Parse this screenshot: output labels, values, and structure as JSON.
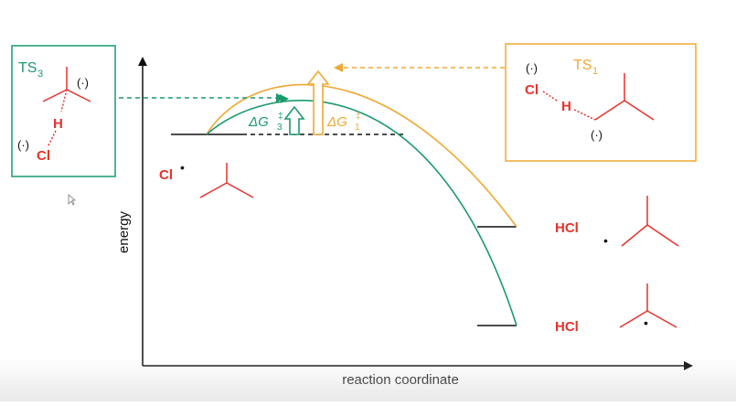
{
  "axes": {
    "ylabel": "energy",
    "xlabel": "reaction coordinate"
  },
  "ts3_box": {
    "label": "TS",
    "label_sub": "3",
    "radical_top": "(·)",
    "h": "H",
    "radical_bottom": "(·)",
    "cl": "Cl"
  },
  "ts1_box": {
    "label": "TS",
    "label_sub": "1",
    "radical_top": "(·)",
    "cl": "Cl",
    "h": "H",
    "radical_bottom": "(·)"
  },
  "reactants": {
    "cl": "Cl",
    "dot": "•"
  },
  "delta_g3": {
    "prefix": "ΔG",
    "sup": "‡",
    "sub": "3"
  },
  "delta_g1": {
    "prefix": "ΔG",
    "sup": "‡",
    "sub": "1"
  },
  "product_upper": {
    "hcl": "HCl",
    "dot": "•"
  },
  "product_lower": {
    "hcl": "HCl",
    "dot": "•"
  },
  "colors": {
    "green": "#1a9a6c",
    "orange": "#f0a830",
    "red": "#e8312b",
    "black": "#111111"
  }
}
